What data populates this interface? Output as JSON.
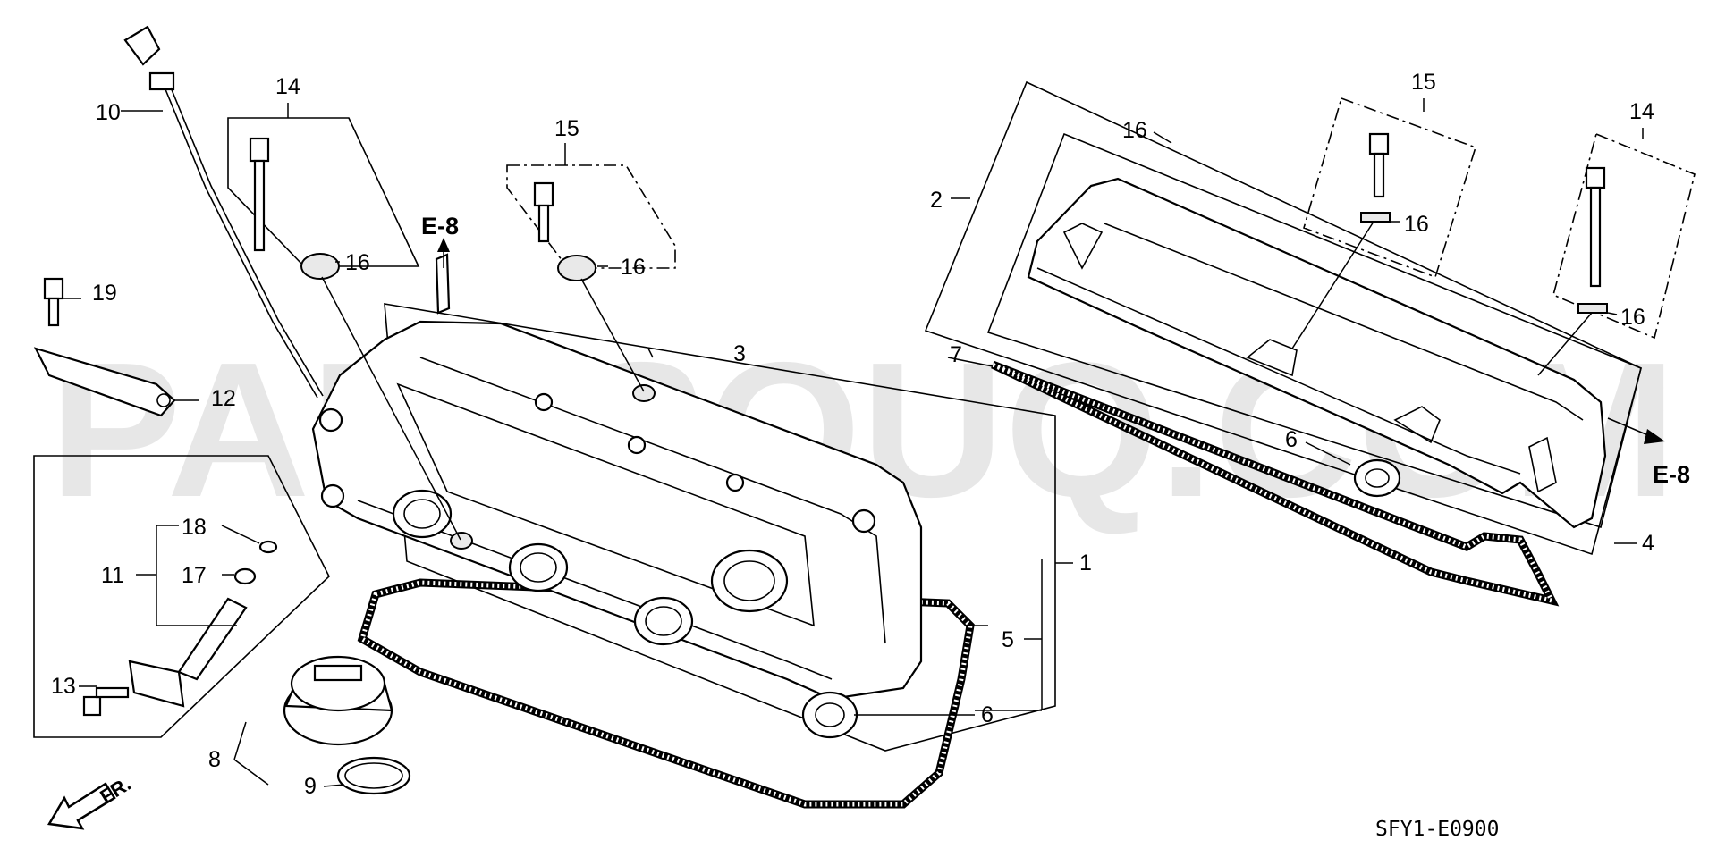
{
  "diagram": {
    "watermark": "PARTSOUQ.COM",
    "diagram_code": "SFY1-E0900",
    "direction_label": "FR.",
    "reference_labels": [
      "E-8",
      "E-8"
    ],
    "callouts": {
      "c1": "1",
      "c2": "2",
      "c3": "3",
      "c4": "4",
      "c5": "5",
      "c6a": "6",
      "c6b": "6",
      "c7": "7",
      "c8": "8",
      "c9": "9",
      "c10": "10",
      "c11": "11",
      "c12": "12",
      "c13": "13",
      "c14a": "14",
      "c14b": "14",
      "c15a": "15",
      "c15b": "15",
      "c16a": "16",
      "c16b": "16",
      "c16c": "16",
      "c16d": "16",
      "c16e": "16",
      "c17": "17",
      "c18": "18",
      "c19": "19"
    }
  }
}
